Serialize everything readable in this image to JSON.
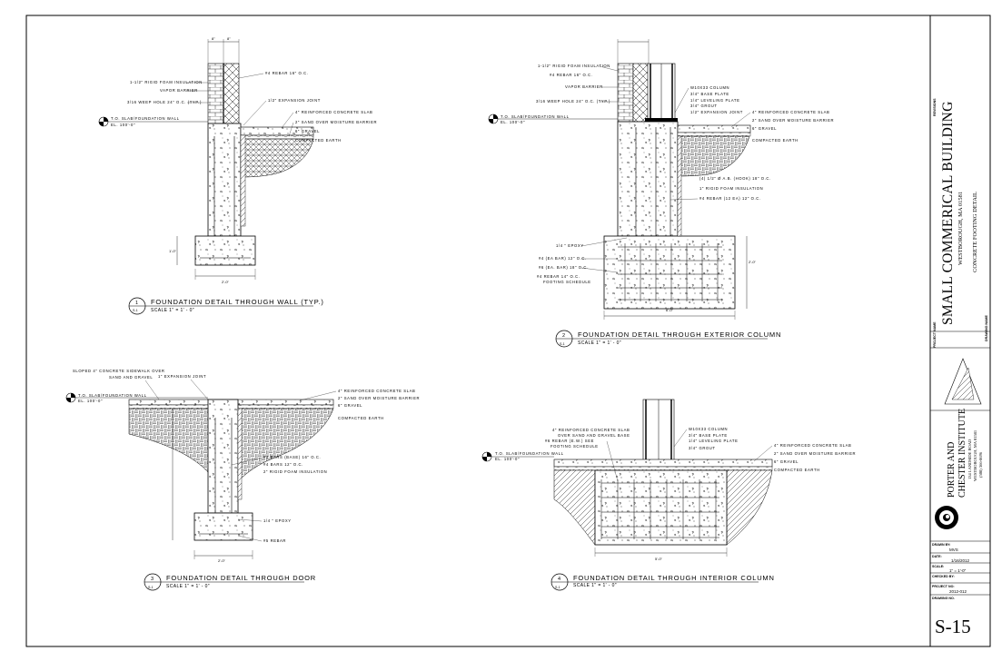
{
  "title_block": {
    "project_name": "SMALL COMMERICAL BUILDING",
    "location": "WESTBOROUGH, MA 01581",
    "sheet_title": "CONCRETE FOOTING DETAIL",
    "firm_name_1": "PORTER AND",
    "firm_name_2": "CHESTER INSTITUTE",
    "firm_addr_1": "134 LANDSIDE ROAD",
    "firm_addr_2": "WESTBOROUGH, MA 01581",
    "firm_addr_3": "(508) 366-8696",
    "revisions_label": "REVISIONS",
    "project_name_label": "PROJECT NAME",
    "drawing_name_label": "DRAWING NAME",
    "drawn_by_label": "DRAWN BY:",
    "drawn_by": "MVS",
    "date_label": "DATE:",
    "date": "1/16/2012",
    "scale_label": "SCALE:",
    "scale": "1\" = 1'-0\"",
    "checked_by_label": "CHECKED BY:",
    "checked_by": "",
    "project_no_label": "PROJECT NO:",
    "project_no": "2012-012",
    "drawing_no_label": "DRAWING NO.",
    "drawing_no": "S-15"
  },
  "details": [
    {
      "number": "1",
      "sheet": "S-1",
      "title": "FOUNDATION DETAIL THROUGH WALL (TYP.)",
      "scale": "SCALE 1\" = 1' - 0\""
    },
    {
      "number": "2",
      "sheet": "S-1",
      "title": "FOUNDATION DETAIL THROUGH EXTERIOR COLUMN",
      "scale": "SCALE 1\" = 1' - 0\""
    },
    {
      "number": "3",
      "sheet": "S-1",
      "title": "FOUNDATION DETAIL THROUGH DOOR",
      "scale": "SCALE 1\" = 1' - 0\""
    },
    {
      "number": "4",
      "sheet": "S-1",
      "title": "FOUNDATION DETAIL THROUGH INTERIOR COLUMN",
      "scale": "SCALE 1\" = 1' - 0\""
    }
  ],
  "d1_notes": {
    "insulation": "1-1/2\" RIGID FOAM INSULATION",
    "vapor": "VAPOR BARRIER",
    "weep": "3/16 WEEP HOLE 24\" O.C. (TYP.)",
    "elev": "T.O. SLAB/FOUNDATION WALL",
    "elev_val": "EL. 100'-0\"",
    "rebar": "#4 REBAR 16\" O.C.",
    "joint": "1/2\" EXPANSION JOINT",
    "slab": "4\" REINFORCED CONCRETE SLAB",
    "sand": "2\" SAND OVER MOISTURE BARRIER",
    "gravel": "6\" GRAVEL",
    "earth": "COMPACTED EARTH",
    "dim_top": "8\"",
    "dim_w": "2'-0\"",
    "dim_h": "1'-0\""
  },
  "d2_notes": {
    "insulation": "1-1/2\" RIGID FOAM INSULATION",
    "rebar": "#4 REBAR 16\" O.C.",
    "vapor": "VAPOR BARRIER",
    "weep": "3/16 WEEP HOLE 24\" O.C. (TYP.)",
    "elev": "T.O. SLAB/FOUNDATION WALL",
    "elev_val": "EL. 100'-0\"",
    "column": "W10X33 COLUMN",
    "plate": "3/4\" BASE PLATE",
    "leveling": "1/4\" LEVELING PLATE",
    "grout": "3/4\" GROUT",
    "joint": "1/2\" EXPANSION JOINT",
    "slab": "4\" REINFORCED CONCRETE SLAB",
    "sand": "2\" SAND OVER MOISTURE BARRIER",
    "gravel": "6\" GRAVEL",
    "earth": "COMPACTED EARTH",
    "ties": "(4) 1/2\" Ø A.B. (HOOK) 18\" O.C.",
    "insul2": "1\" RIGID FOAM INSULATION",
    "rebar2": "#4 REBAR (12 EA) 12\" O.C.",
    "epoxy": "1/4 \" EPOXY",
    "rb1": "#4 (EA BAR) 12\" O.C.",
    "rb2": "#6 (EA. BAR) 18\" O.C.",
    "rb3": "#4 REBAR 14\" O.C.",
    "rb4": "FOOTING SCHEDULE",
    "dim": "6'-0\"",
    "dim_h": "2'-0\""
  },
  "d3_notes": {
    "sidewalk": "SLOPED 4\" CONCRETE SIDEWALK OVER",
    "sidewalk2": "SAND AND GRAVEL",
    "joint": "1\" EXPANSION JOINT",
    "elev": "T.O. SLAB/FOUNDATION WALL",
    "elev_val": "EL. 100'-0\"",
    "slab": "4\" REINFORCED CONCRETE SLAB",
    "sand": "2\" SAND OVER MOISTURE BARRIER",
    "gravel": "6\" GRAVEL",
    "earth": "COMPACTED EARTH",
    "rebar1": "#4 BARS (BASE) 16\" O.C.",
    "rebar2": "#4 BARS 12\" O.C.",
    "insul": "2\" RIGID FOAM INSULATION",
    "epoxy": "1/4 \" EPOXY",
    "rebar3": "#5 REBAR",
    "dim": "2'-0\""
  },
  "d4_notes": {
    "slab_note": "4\" REINFORCED CONCRETE SLAB",
    "slab_note2": "OVER SAND AND GRAVEL BASE",
    "rebar": "#6 REBAR (E.W.) SEE",
    "rebar2": "FOOTING SCHEDULE",
    "elev": "T.O. SLAB/FOUNDATION WALL",
    "elev_val": "EL. 100'-0\"",
    "column": "W10X33 COLUMN",
    "plate": "3/4\" BASE PLATE",
    "leveling": "1/4\" LEVELING PLATE",
    "grout": "3/4\" GROUT",
    "slab": "4\" REINFORCED CONCRETE SLAB",
    "sand": "2\" SAND OVER MOISTURE BARRIER",
    "gravel": "6\" GRAVEL",
    "earth": "COMPACTED EARTH",
    "dim": "5'-0\""
  }
}
